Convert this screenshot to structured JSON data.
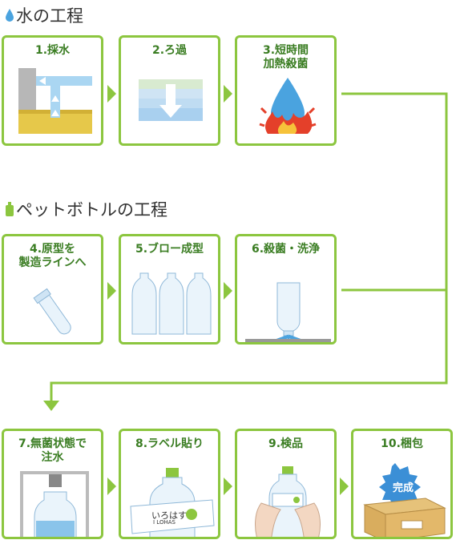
{
  "water_section": {
    "title": "水の工程",
    "steps": [
      {
        "label": "1.採水"
      },
      {
        "label": "2.ろ過"
      },
      {
        "label": "3.短時間\n加熱殺菌"
      }
    ]
  },
  "bottle_section": {
    "title": "ペットボトルの工程",
    "steps": [
      {
        "label": "4.原型を\n製造ラインへ"
      },
      {
        "label": "5.ブロー成型"
      },
      {
        "label": "6.殺菌・洗浄"
      }
    ]
  },
  "final_steps": [
    {
      "label": "7.無菌状態で\n注水"
    },
    {
      "label": "8.ラベル貼り"
    },
    {
      "label": "9.検品"
    },
    {
      "label": "10.梱包"
    }
  ],
  "badges": {
    "complete": "完成",
    "brand_label": "いろはす",
    "brand_sub": "I LOHAS"
  },
  "colors": {
    "accent_green": "#8cc63f",
    "label_green": "#3a7d22",
    "water_blue": "#4aa3df",
    "complete_blue": "#3b8fd6"
  }
}
